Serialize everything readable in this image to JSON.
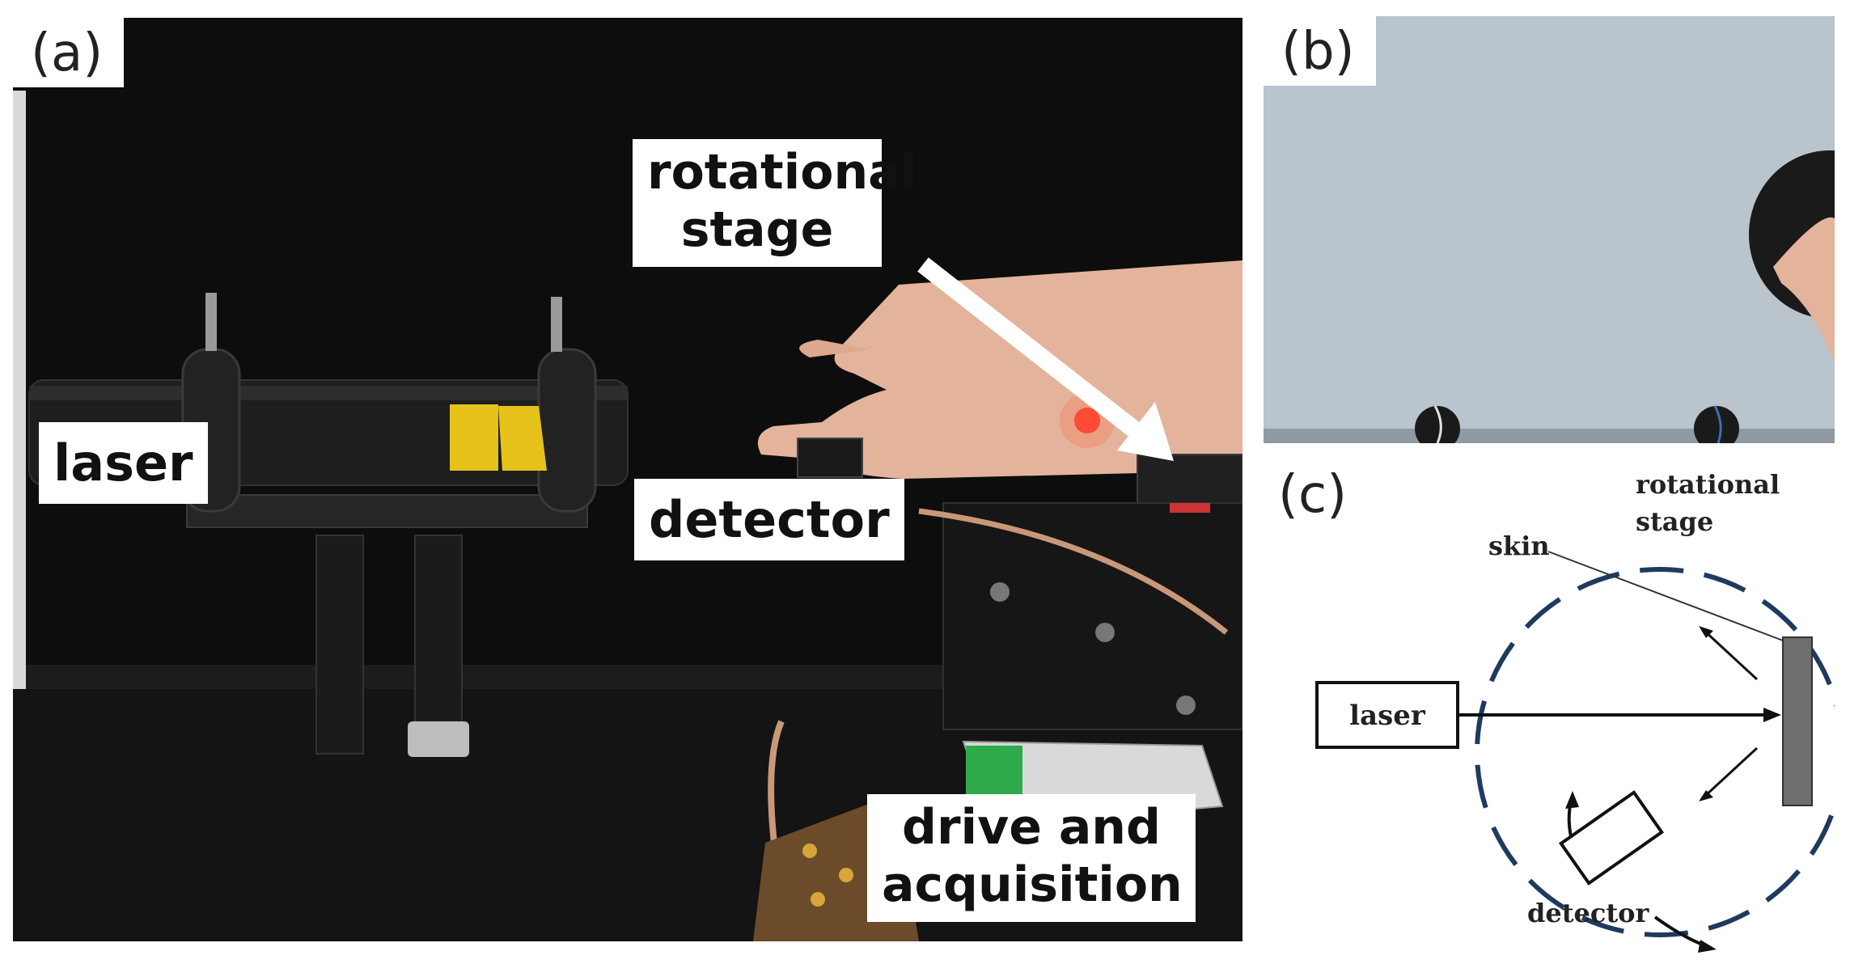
{
  "panels": {
    "a": {
      "label": "(a)"
    },
    "b": {
      "label": "(b)"
    },
    "c": {
      "label": "(c)"
    }
  },
  "photo_callouts": {
    "laser": "laser",
    "rotational_stage": "rotational\nstage",
    "detector": "detector",
    "drive_acquisition": "drive and\nacquisition"
  },
  "diagram": {
    "laser": "laser",
    "skin": "skin",
    "rotational_stage": [
      "rotational",
      "stage"
    ],
    "detector": "detector"
  },
  "colors": {
    "stage_circle": "#1f3a5f",
    "photo_background": "#0d0d0d",
    "paper_surface": "#b9c4cd",
    "skin_patch": "#6e6e6e"
  }
}
